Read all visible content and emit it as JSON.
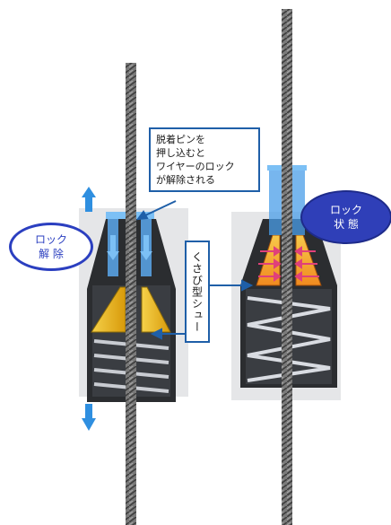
{
  "labels": {
    "release_oval": "ロック\n解 除",
    "lock_oval": "ロック\n状 態",
    "release_callout": "脱着ピンを\n押し込むと\nワイヤーのロック\nが解除される",
    "wedge_callout": "くさび型シュー"
  },
  "colors": {
    "oval_border": "#2b3fc0",
    "oval_fill_locked": "#2f3fb8",
    "callout_border": "#1f5fa8",
    "arrow_blue": "#2f8fe0",
    "housing": "#2b2d30",
    "wedge_gold": "#e8b010",
    "wedge_orange": "#f07a1a",
    "force_pink": "#e0407a",
    "wire": "#5a5a5a"
  },
  "icons": {
    "up_arrow": "up-arrow-icon",
    "down_arrow": "down-arrow-icon",
    "callout_pointer": "pointer-arrow-icon"
  }
}
